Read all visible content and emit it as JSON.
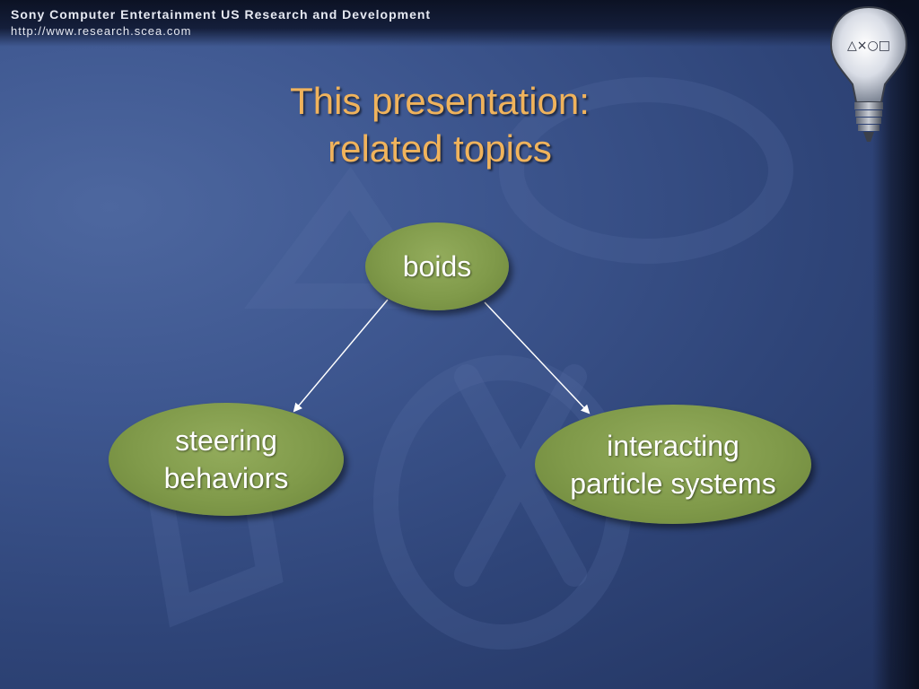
{
  "header": {
    "organization": "Sony Computer Entertainment US Research and Development",
    "url": "http://www.research.scea.com"
  },
  "logo": {
    "icon": "lightbulb-icon",
    "symbols": "△×○□"
  },
  "slide": {
    "title_lines": [
      "This presentation:",
      "related topics"
    ]
  },
  "diagram": {
    "nodes": {
      "boids": [
        "boids"
      ],
      "steering": [
        "steering",
        "behaviors"
      ],
      "interacting": [
        "interacting",
        "particle systems"
      ]
    },
    "edges": [
      {
        "from": "boids",
        "to": "steering behaviors"
      },
      {
        "from": "boids",
        "to": "interacting particle systems"
      }
    ]
  },
  "colors": {
    "background": "#3e5790",
    "title": "#f0b35c",
    "node_fill": "#809a4a",
    "node_text": "#ffffff",
    "arrow": "#ffffff"
  }
}
